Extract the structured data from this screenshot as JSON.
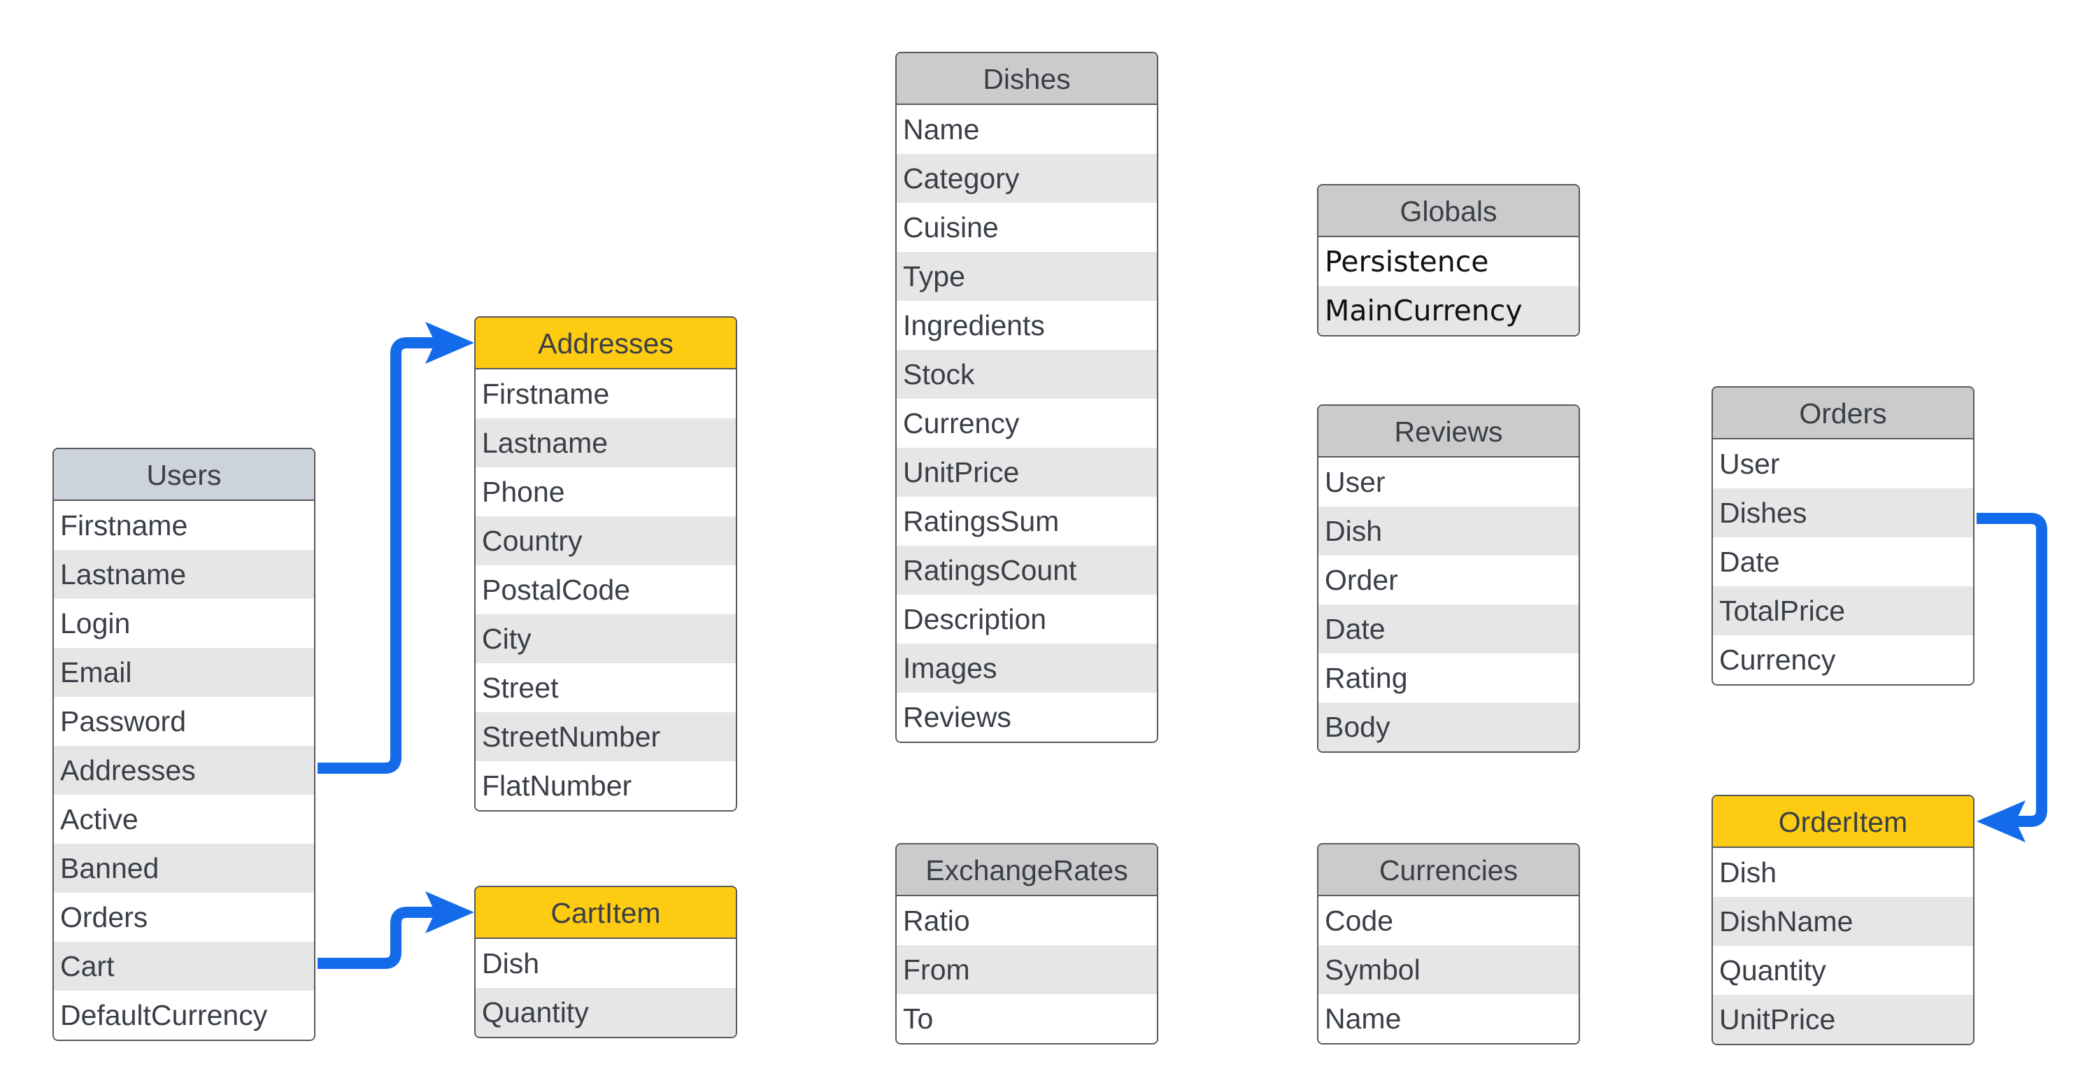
{
  "colors": {
    "header_default": "#cbcbcb",
    "header_users": "#cdd3dc",
    "header_highlight": "#fccb12",
    "row_alt": "#e6e6e6",
    "border": "#5a5a5a",
    "arrow": "#136bea",
    "text": "#3a3f47"
  },
  "entities": {
    "users": {
      "title": "Users",
      "fields": [
        "Firstname",
        "Lastname",
        "Login",
        "Email",
        "Password",
        "Addresses",
        "Active",
        "Banned",
        "Orders",
        "Cart",
        "DefaultCurrency"
      ]
    },
    "addresses": {
      "title": "Addresses",
      "fields": [
        "Firstname",
        "Lastname",
        "Phone",
        "Country",
        "PostalCode",
        "City",
        "Street",
        "StreetNumber",
        "FlatNumber"
      ]
    },
    "cartitem": {
      "title": "CartItem",
      "fields": [
        "Dish",
        "Quantity"
      ]
    },
    "dishes": {
      "title": "Dishes",
      "fields": [
        "Name",
        "Category",
        "Cuisine",
        "Type",
        "Ingredients",
        "Stock",
        "Currency",
        "UnitPrice",
        "RatingsSum",
        "RatingsCount",
        "Description",
        "Images",
        "Reviews"
      ]
    },
    "exchangerates": {
      "title": "ExchangeRates",
      "fields": [
        "Ratio",
        "From",
        "To"
      ]
    },
    "globals": {
      "title": "Globals",
      "fields": [
        "Persistence",
        "MainCurrency"
      ]
    },
    "reviews": {
      "title": "Reviews",
      "fields": [
        "User",
        "Dish",
        "Order",
        "Date",
        "Rating",
        "Body"
      ]
    },
    "currencies": {
      "title": "Currencies",
      "fields": [
        "Code",
        "Symbol",
        "Name"
      ]
    },
    "orders": {
      "title": "Orders",
      "fields": [
        "User",
        "Dishes",
        "Date",
        "TotalPrice",
        "Currency"
      ]
    },
    "orderitem": {
      "title": "OrderItem",
      "fields": [
        "Dish",
        "DishName",
        "Quantity",
        "UnitPrice"
      ]
    }
  },
  "relations": [
    {
      "from": "users.Addresses",
      "to": "addresses"
    },
    {
      "from": "users.Cart",
      "to": "cartitem"
    },
    {
      "from": "orders.Dishes",
      "to": "orderitem"
    }
  ]
}
